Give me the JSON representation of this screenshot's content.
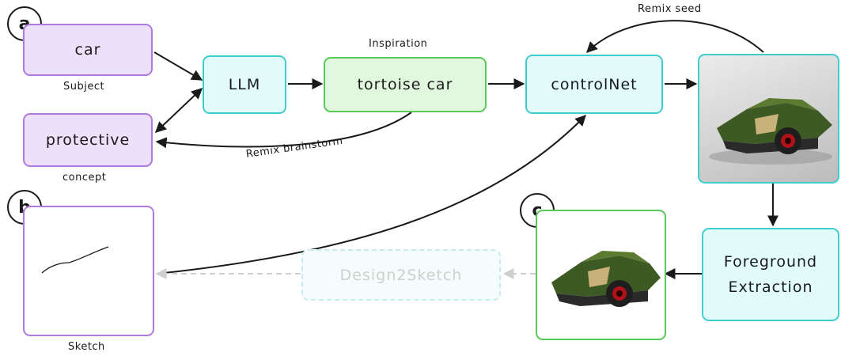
{
  "badges": {
    "a": "a",
    "b": "b",
    "c": "c"
  },
  "nodes": {
    "subject": {
      "label": "car",
      "caption": "Subject"
    },
    "concept": {
      "label": "protective",
      "caption": "concept"
    },
    "llm": {
      "label": "LLM"
    },
    "inspiration": {
      "label": "tortoise car",
      "caption": "Inspiration"
    },
    "controlnet": {
      "label": "controlNet"
    },
    "foreground": {
      "label_line1": "Foreground",
      "label_line2": "Extraction"
    },
    "design2sketch": {
      "label": "Design2Sketch"
    },
    "sketch": {
      "caption": "Sketch"
    }
  },
  "edge_labels": {
    "remix_seed": "Remix seed",
    "remix_brainstorm": "Remix brainstorm"
  },
  "colors": {
    "purple_fill": "#ede0fb",
    "purple_border": "#b079e0",
    "cyan_fill": "#e2fbfb",
    "cyan_border": "#3fcdcd",
    "green_fill": "#e1f8df",
    "green_border": "#58c95a",
    "faded": "#cfcfcf"
  }
}
